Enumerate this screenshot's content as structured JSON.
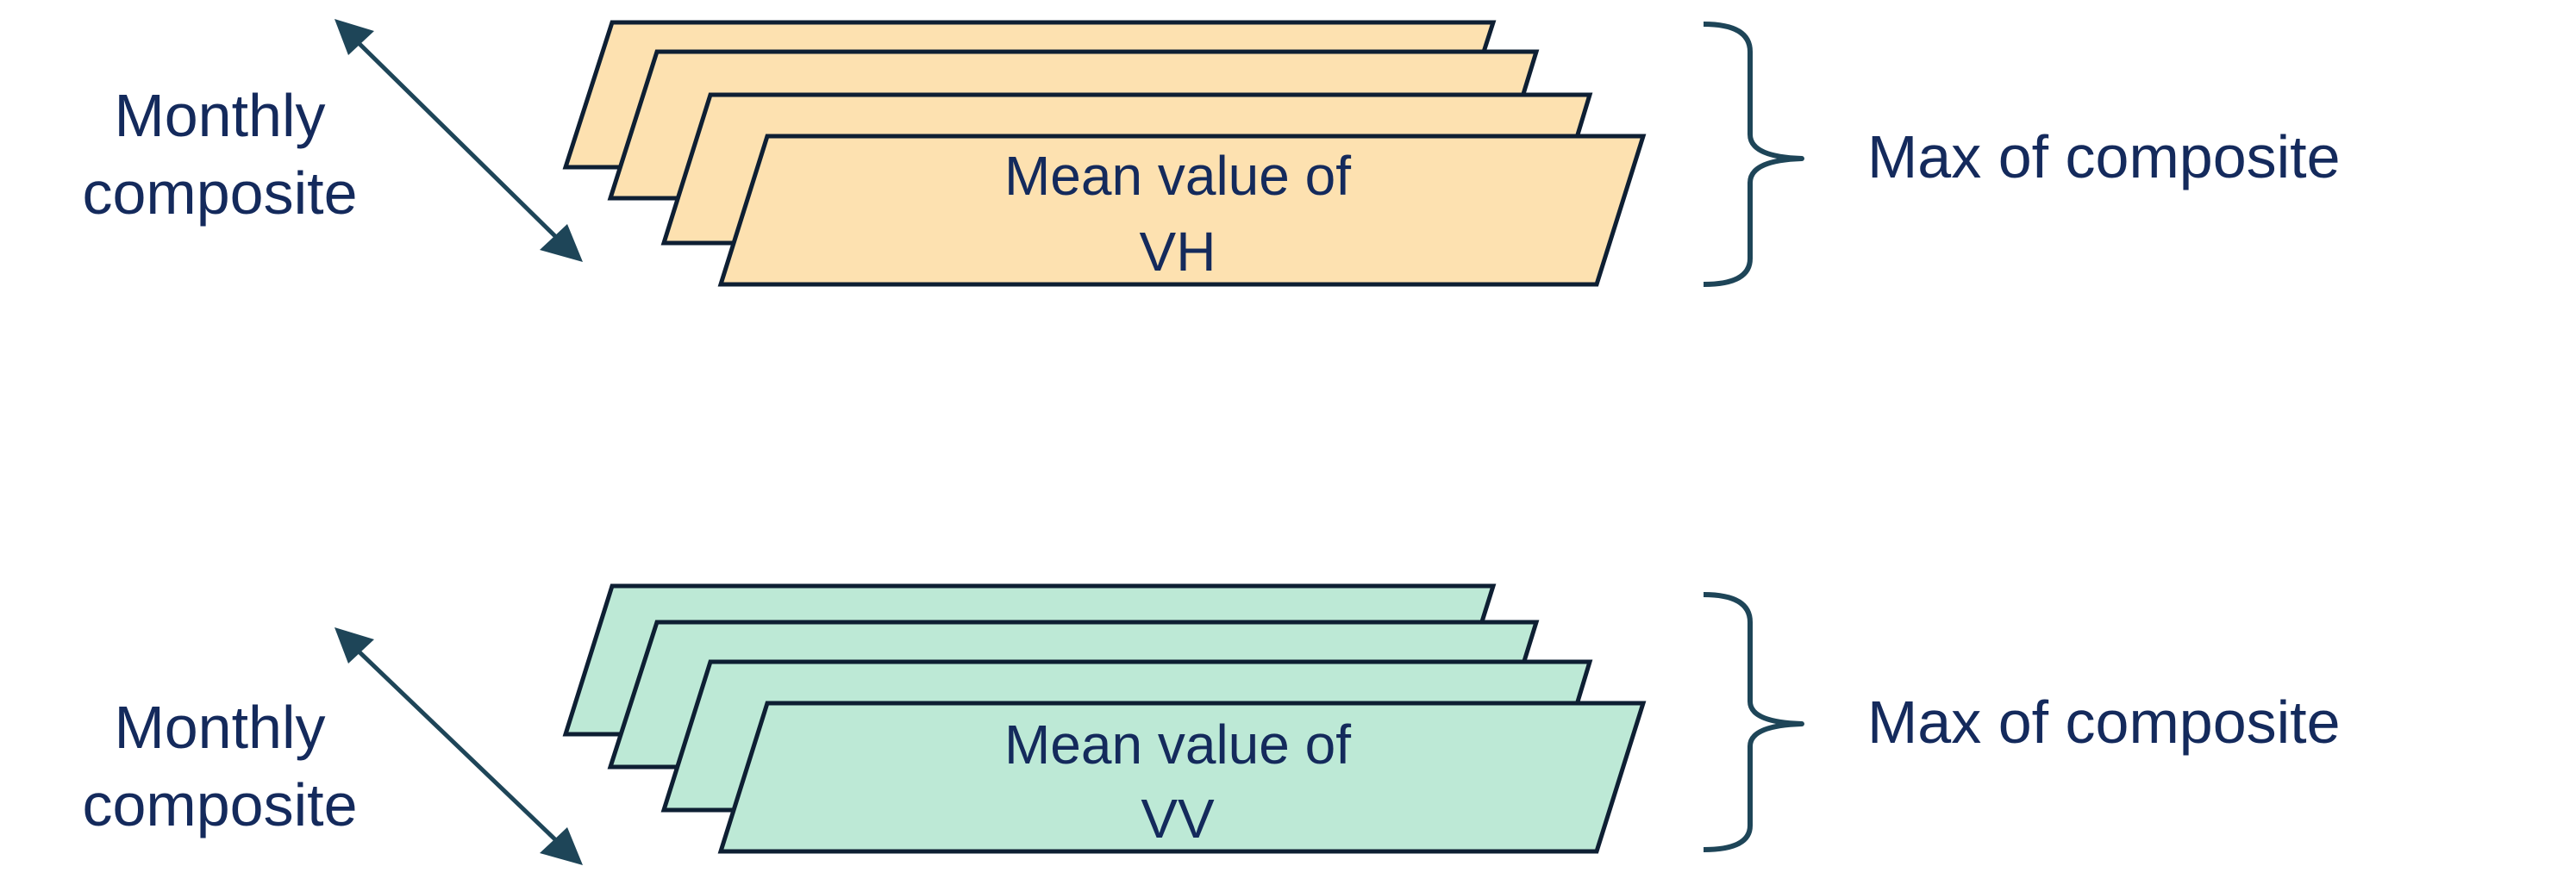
{
  "colors": {
    "vh_sheet": "#fde1b0",
    "vv_sheet": "#bde9d6",
    "outline": "#0e1f33",
    "arrow": "#1e4558",
    "text": "#142a5c"
  },
  "top_group": {
    "left_label_line1": "Monthly",
    "left_label_line2": "composite",
    "sheet_label_line1": "Mean value of",
    "sheet_label_line2": "VH",
    "right_label": "Max of composite"
  },
  "bottom_group": {
    "left_label_line1": "Monthly",
    "left_label_line2": "composite",
    "sheet_label_line1": "Mean value of",
    "sheet_label_line2": "VV",
    "right_label": "Max of composite"
  }
}
